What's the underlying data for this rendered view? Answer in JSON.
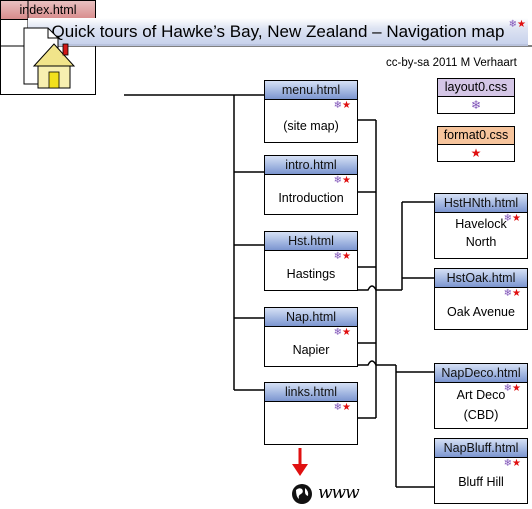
{
  "title": "Quick tours of Hawke’s Bay, New Zealand – Navigation map",
  "credit": "cc-by-sa 2011 M Verhaart",
  "index": {
    "file": "index.html"
  },
  "legend": {
    "layout": {
      "file": "layout0.css",
      "symbol": "❄"
    },
    "format": {
      "file": "format0.css",
      "symbol": "★"
    }
  },
  "marks": {
    "snow": "❄",
    "star": "★"
  },
  "pages": [
    {
      "file": "menu.html",
      "lines": [
        "(site map)"
      ]
    },
    {
      "file": "intro.html",
      "lines": [
        "Introduction"
      ]
    },
    {
      "file": "Hst.html",
      "lines": [
        "Hastings"
      ]
    },
    {
      "file": "Nap.html",
      "lines": [
        "Napier"
      ]
    },
    {
      "file": "links.html",
      "lines": []
    }
  ],
  "subpages": [
    {
      "file": "HstHNth.html",
      "lines": [
        "Havelock",
        "North"
      ]
    },
    {
      "file": "HstOak.html",
      "lines": [
        "Oak Avenue"
      ]
    },
    {
      "file": "NapDeco.html",
      "lines": [
        "Art Deco",
        "(CBD)"
      ]
    },
    {
      "file": "NapBluff.html",
      "lines": [
        "Bluff Hill"
      ]
    }
  ],
  "www": "www"
}
